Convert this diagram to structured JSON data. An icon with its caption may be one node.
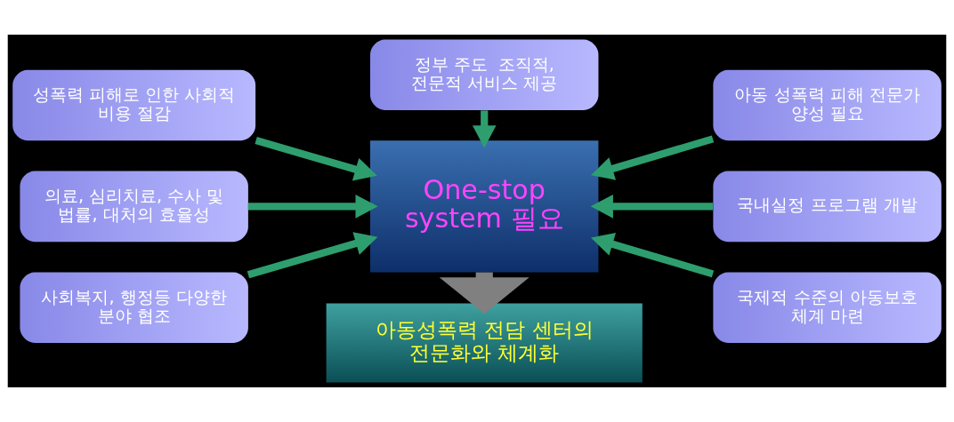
{
  "diagram": {
    "nodes": [
      {
        "text": [
          "성폭력 피해로 인한 사회적 비용 절감"
        ]
      },
      {
        "text": [
          "정부 주도  조직적, 전문적 서비스 제공"
        ]
      },
      {
        "text": [
          "아동 성폭력 피해 전문가 양성 필요"
        ]
      },
      {
        "text": [
          "의료, 심리치료, 수사 및 법률, 대처의 효율성"
        ]
      },
      {
        "text": [
          "One-stop system 필요"
        ]
      },
      {
        "text": [
          "국내실정 프로그램 개발"
        ]
      },
      {
        "text": [
          "사회복지, 행정등 다양한 분야 협조"
        ]
      },
      {
        "text": [
          "국제적 수준의 아동보호 체계 마련"
        ]
      },
      {
        "text": [
          "아동성폭력 전담 센터의 전문화와 체계화"
        ]
      }
    ],
    "edges": [
      {
        "from": 0,
        "to": 4,
        "arrow": "to"
      },
      {
        "from": 1,
        "to": 4,
        "arrow": "to"
      },
      {
        "from": 2,
        "to": 4,
        "arrow": "to"
      },
      {
        "from": 3,
        "to": 4,
        "arrow": "to"
      },
      {
        "from": 5,
        "to": 4,
        "arrow": "to"
      },
      {
        "from": 6,
        "to": 4,
        "arrow": "to"
      },
      {
        "from": 7,
        "to": 4,
        "arrow": "to"
      },
      {
        "from": 4,
        "to": 8,
        "arrow": "to",
        "style": "thick",
        "color": "#808080"
      }
    ]
  }
}
